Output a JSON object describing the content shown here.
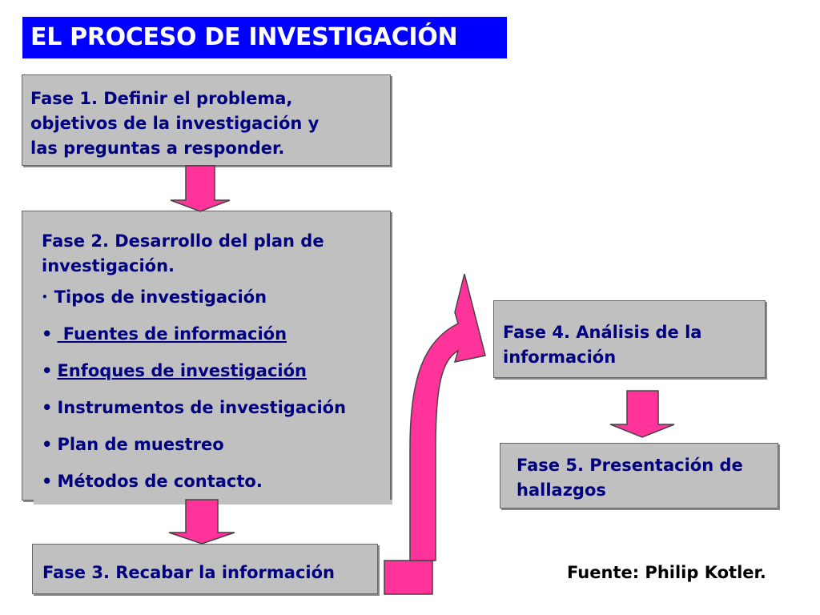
{
  "title": "EL PROCESO DE INVESTIGACIÓN",
  "fase1": {
    "lines": [
      "Fase 1. Definir el problema,",
      "objetivos de la investigación y",
      "las preguntas a responder."
    ]
  },
  "fase2": {
    "heading_lines": [
      "Fase 2. Desarrollo del plan de",
      "investigación."
    ],
    "items": [
      {
        "label": "Tipos de investigación"
      },
      {
        "label": " Fuentes de información"
      },
      {
        "label": "Enfoques de investigación"
      },
      {
        "label": "Instrumentos de investigación"
      },
      {
        "label": "Plan de muestreo"
      },
      {
        "label": "Métodos de contacto."
      }
    ]
  },
  "fase3": {
    "label": "Fase 3. Recabar la información"
  },
  "fase4": {
    "lines": [
      "Fase 4. Análisis de la",
      "información"
    ]
  },
  "fase5": {
    "lines": [
      "Fase 5. Presentación de",
      "hallazgos"
    ]
  },
  "source": "Fuente: Philip Kotler.",
  "colors": {
    "title_bg": "#0000ff",
    "box_fill": "#c0c0c0",
    "text": "#000080",
    "arrow": "#ff3399"
  },
  "bullet_glyph": "•"
}
